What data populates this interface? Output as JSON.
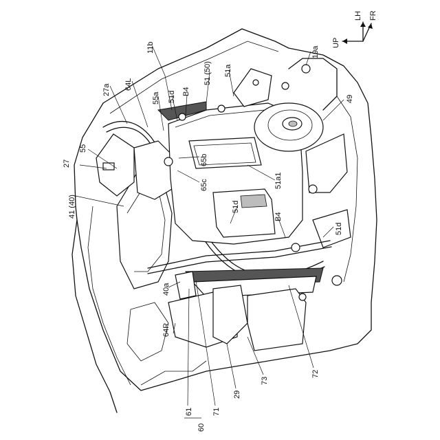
{
  "orientation": {
    "up": "UP",
    "lh": "LH",
    "fr": "FR"
  },
  "callouts": {
    "c11b": "11b",
    "c19a": "19a",
    "c49": "49",
    "c27a": "27a",
    "c64L": "64L",
    "c55a": "55a",
    "c51d_top": "51d",
    "cB4_top": "B4",
    "c51_50": "51 (50)",
    "c51a": "51a",
    "c55": "55",
    "c27": "27",
    "c65b": "65b",
    "c65c": "65c",
    "c51a1": "51a1",
    "c41_40": "41 (40)",
    "c51d_mid": "51d",
    "cB4_mid": "B4",
    "c51d_right": "51d",
    "c40a": "40a",
    "c64R": "64R",
    "c61": "61",
    "c71": "71",
    "c29": "29",
    "c73": "73",
    "c72": "72",
    "c60": "60"
  }
}
